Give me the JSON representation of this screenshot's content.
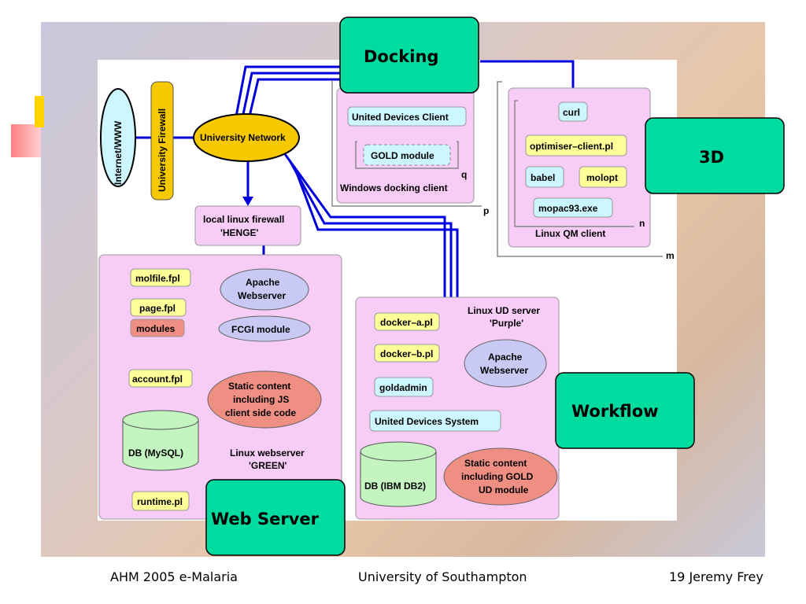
{
  "labels": {
    "docking": "Docking",
    "threed": "3D",
    "workflow": "Workflow",
    "webserver": "Web Server",
    "internet": "Internet/WWW",
    "univ_firewall": "University Firewall",
    "univ_network": "University Network",
    "local_fw1": "local linux firewall",
    "local_fw2": "'HENGE'",
    "ud_client": "United Devices Client",
    "gold_module": "GOLD module",
    "q": "q",
    "win_docking": "Windows docking client",
    "p": "p",
    "curl": "curl",
    "optimiser": "optimiser–client.pl",
    "babel": "babel",
    "molopt": "molopt",
    "mopac": "mopac93.exe",
    "n": "n",
    "qm_client": "Linux QM client",
    "m": "m",
    "molfile": "molfile.fpl",
    "apache1_1": "Apache",
    "apache1_2": "Webserver",
    "pagefpl": "page.fpl",
    "modules": "modules",
    "fcgi": "FCGI module",
    "account": "account.fpl",
    "static1_1": "Static content",
    "static1_2": "including JS",
    "static1_3": "client side code",
    "dbmysql": "DB (MySQL)",
    "lws1": "Linux webserver",
    "lws2": "'GREEN'",
    "runtime": "runtime.pl",
    "lud1": "Linux UD server",
    "lud2": "'Purple'",
    "dockera": "docker–a.pl",
    "dockerb": "docker–b.pl",
    "apache2_1": "Apache",
    "apache2_2": "Webserver",
    "goldadmin": "goldadmin",
    "udsys": "United Devices System",
    "dbibm": "DB (IBM DB2)",
    "static2_1": "Static content",
    "static2_2": "including GOLD",
    "static2_3": "UD module"
  },
  "footer": {
    "left": "AHM 2005 e-Malaria",
    "center": "University of Southampton",
    "right": "19  Jeremy Frey"
  },
  "colors": {
    "green_box": "#00dba0",
    "pink_region": "#f7cdf7",
    "cyan_box": "#cdf7ff",
    "yellow_box": "#ffff9a",
    "yellow_ellipse": "#f5c800",
    "lavender_ellipse": "#c9c9f5",
    "salmon": "#ef8f83",
    "db_green": "#c4f5c0",
    "blue_line": "#0000dd",
    "red_line": "#ee0000"
  }
}
